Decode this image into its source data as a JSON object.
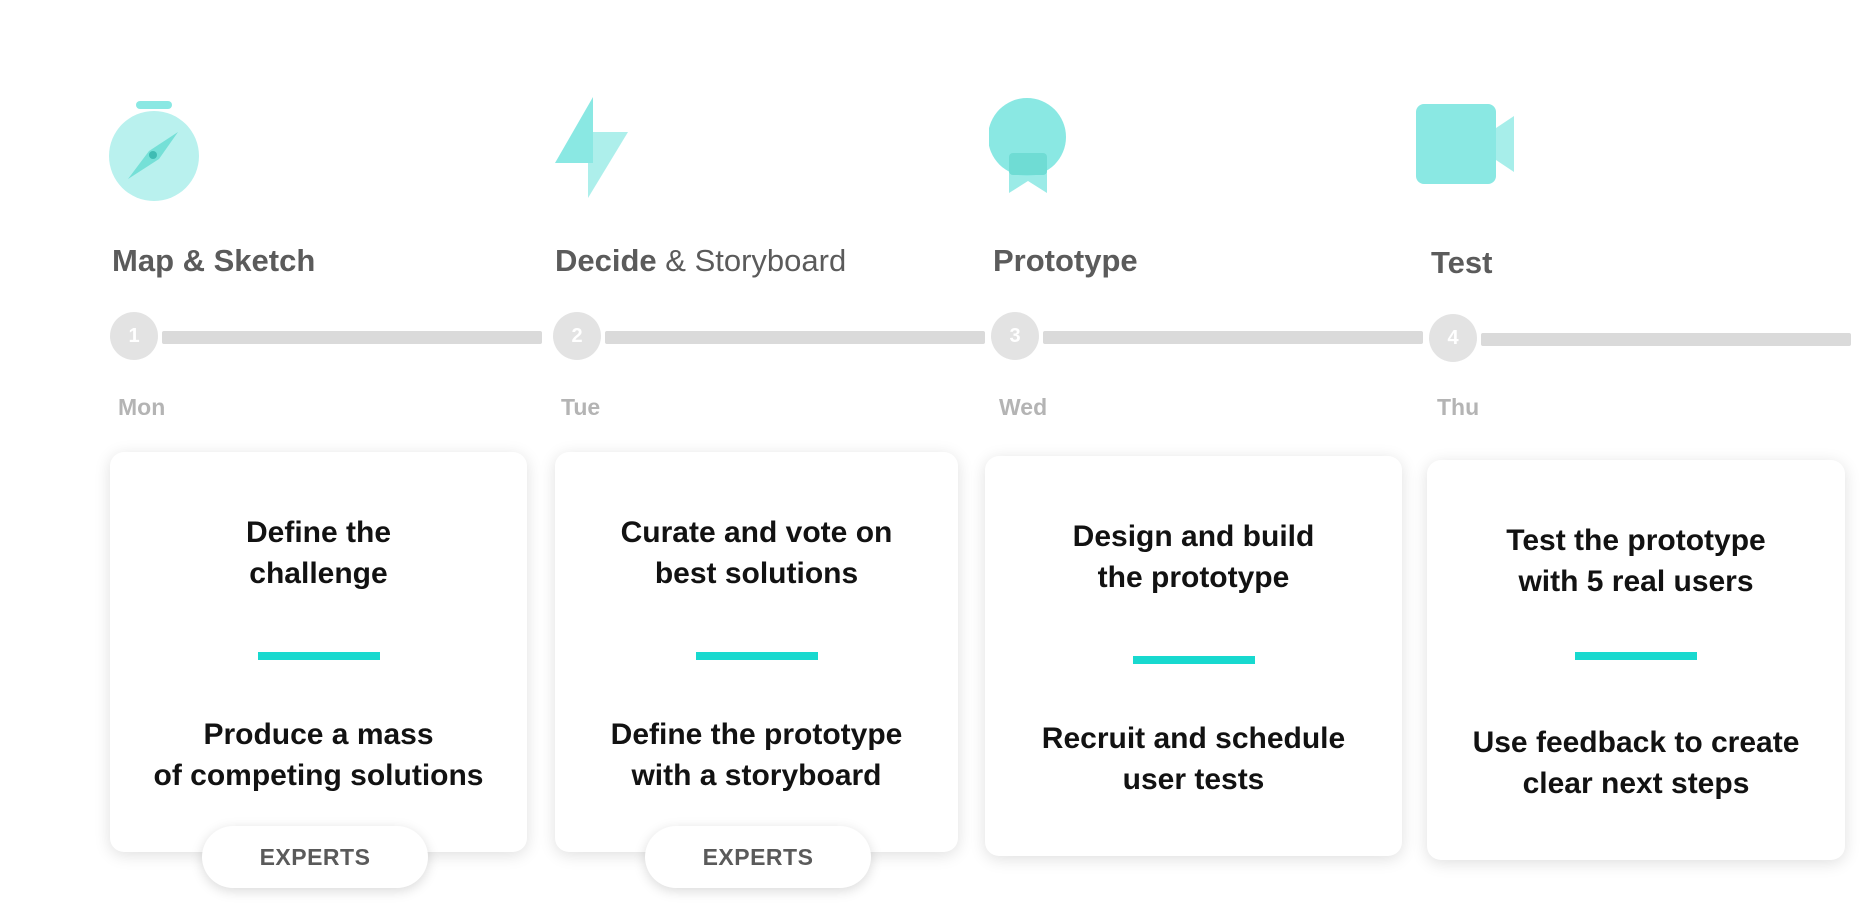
{
  "accent_color": "#18d9cf",
  "icon_color": "#8ae8e3",
  "phases": [
    {
      "title_bold": "Map & Sketch",
      "title_light": "",
      "step": "1",
      "day": "Mon",
      "icon": "compass-stopwatch-icon",
      "top_text": "Define the\nchallenge",
      "bottom_text": "Produce a mass\nof competing solutions",
      "badge": "EXPERTS"
    },
    {
      "title_bold": "Decide",
      "title_light": " & Storyboard",
      "step": "2",
      "day": "Tue",
      "icon": "lightning-bolt-icon",
      "top_text": "Curate and vote on\nbest solutions",
      "bottom_text": "Define the prototype\nwith a storyboard",
      "badge": "EXPERTS"
    },
    {
      "title_bold": "Prototype",
      "title_light": "",
      "step": "3",
      "day": "Wed",
      "icon": "award-ribbon-icon",
      "top_text": "Design and build\nthe prototype",
      "bottom_text": "Recruit and schedule\nuser tests"
    },
    {
      "title_bold": "Test",
      "title_light": "",
      "step": "4",
      "day": "Thu",
      "icon": "video-camera-icon",
      "top_text": "Test the prototype\nwith 5 real users",
      "bottom_text": "Use feedback to create\nclear next steps"
    }
  ]
}
